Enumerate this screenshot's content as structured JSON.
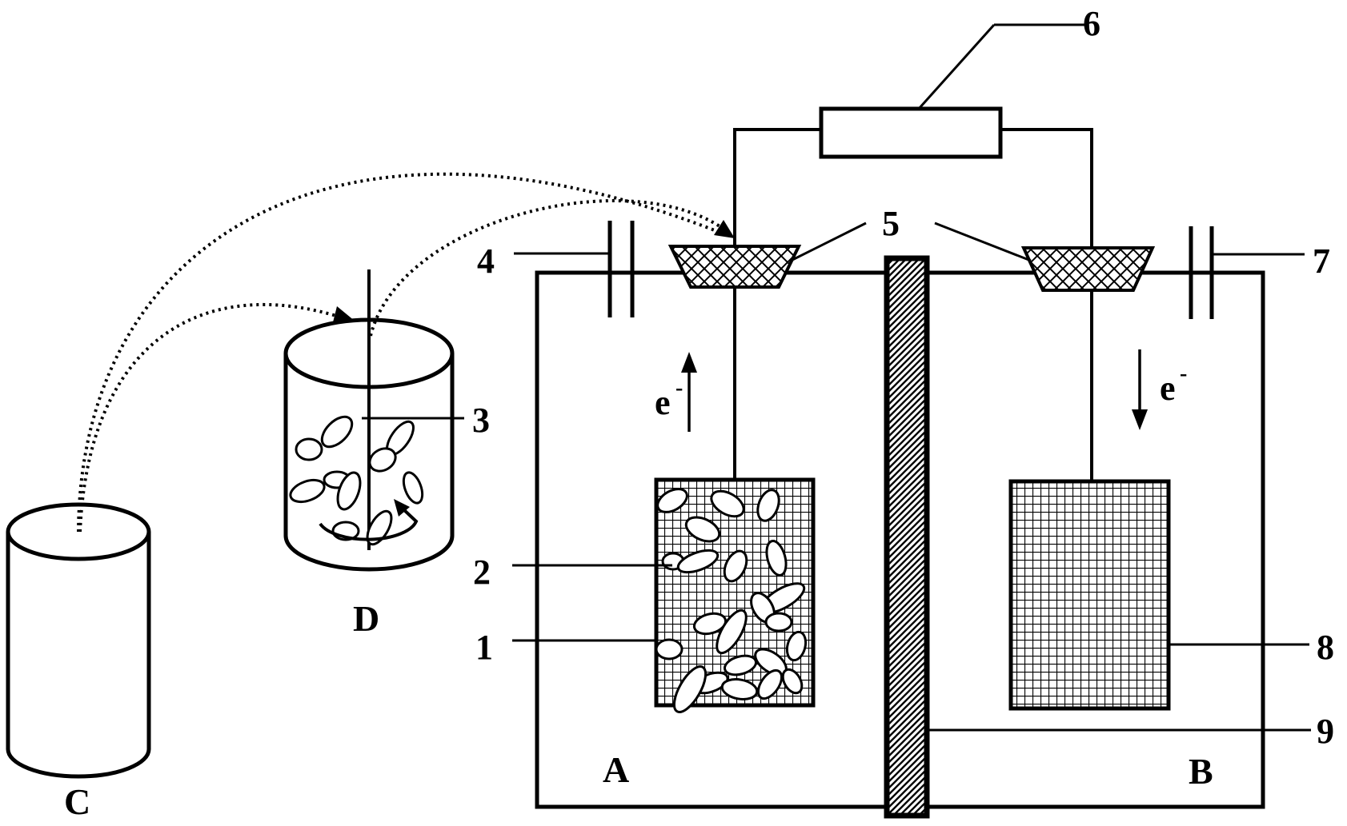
{
  "colors": {
    "ink": "#000000",
    "paper": "#ffffff"
  },
  "labels": {
    "n1": "1",
    "n2": "2",
    "n3": "3",
    "n4": "4",
    "n5": "5",
    "n6": "6",
    "n7": "7",
    "n8": "8",
    "n9": "9",
    "A": "A",
    "B": "B",
    "C": "C",
    "D": "D",
    "electron": "e",
    "electron_charge": "-"
  }
}
